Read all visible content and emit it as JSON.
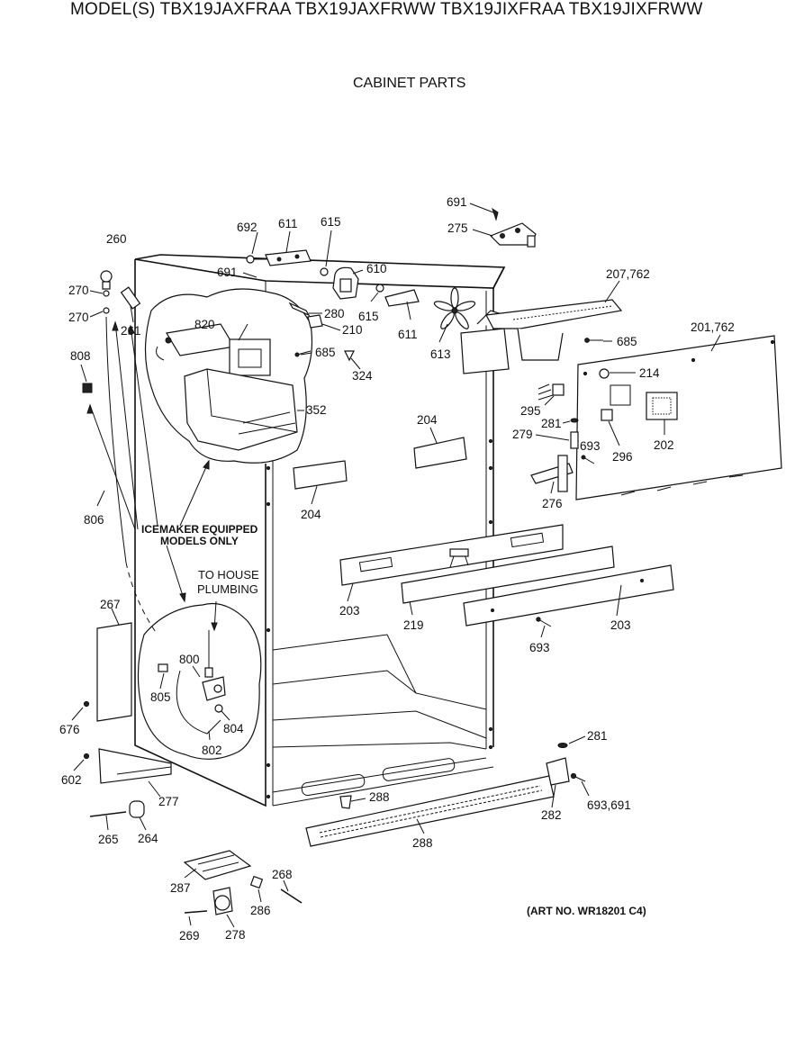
{
  "header": {
    "model_line": "MODEL(S) TBX19JAXFRAA  TBX19JAXFRWW  TBX19JIXFRAA  TBX19JIXFRWW",
    "subtitle": "CABINET PARTS"
  },
  "notes": {
    "icemaker_line1": "ICEMAKER EQUIPPED",
    "icemaker_line2": "MODELS ONLY",
    "plumbing_line1": "TO HOUSE",
    "plumbing_line2": "PLUMBING",
    "art_no": "(ART NO. WR18201 C4)"
  },
  "labels": [
    "691",
    "275",
    "692",
    "611",
    "615",
    "260",
    "610",
    "691",
    "270",
    "270",
    "261",
    "820",
    "280",
    "615",
    "210",
    "207,762",
    "611",
    "613",
    "685",
    "201,762",
    "685",
    "324",
    "808",
    "352",
    "214",
    "295",
    "281",
    "204",
    "279",
    "693",
    "202",
    "296",
    "204",
    "276",
    "806",
    "203",
    "219",
    "203",
    "267",
    "800",
    "693",
    "805",
    "804",
    "802",
    "676",
    "281",
    "602",
    "282",
    "693,691",
    "277",
    "288",
    "265",
    "264",
    "288",
    "287",
    "268",
    "286",
    "269",
    "278"
  ]
}
